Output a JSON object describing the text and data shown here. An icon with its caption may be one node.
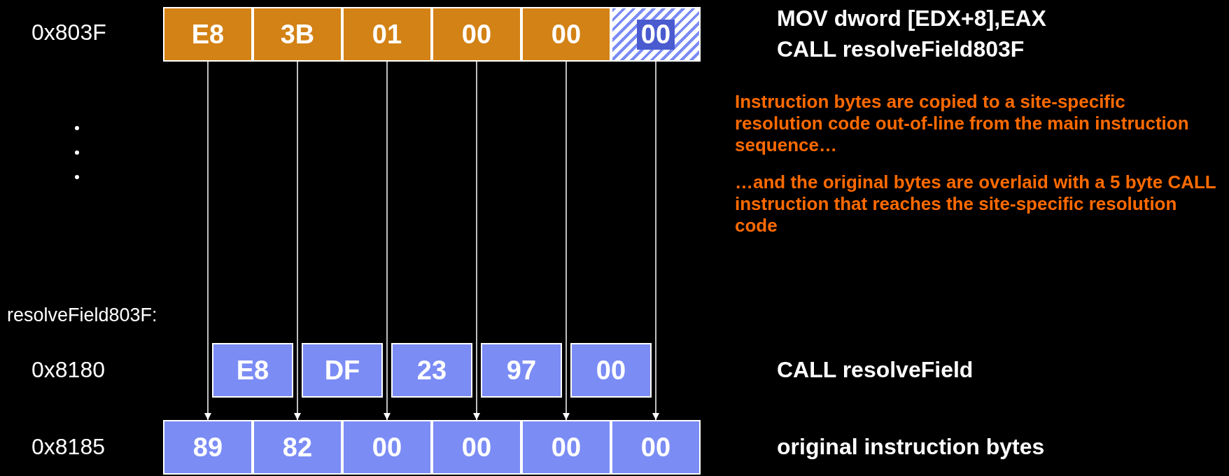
{
  "diagram": {
    "nodes": [
      {
        "text": [
          "E8"
        ]
      },
      {
        "text": [
          "3B"
        ]
      },
      {
        "text": [
          "01"
        ]
      },
      {
        "text": [
          "00"
        ]
      },
      {
        "text": [
          "00"
        ]
      },
      {
        "text": [
          "00"
        ]
      },
      {
        "text": [
          "E8"
        ]
      },
      {
        "text": [
          "DF"
        ]
      },
      {
        "text": [
          "23"
        ]
      },
      {
        "text": [
          "97"
        ]
      },
      {
        "text": [
          "00"
        ]
      },
      {
        "text": [
          "89"
        ]
      },
      {
        "text": [
          "82"
        ]
      },
      {
        "text": [
          "00"
        ]
      },
      {
        "text": [
          "00"
        ]
      },
      {
        "text": [
          "00"
        ]
      },
      {
        "text": [
          "00"
        ]
      }
    ],
    "edges": [
      {
        "from": 0,
        "to": 11,
        "arrow": "to"
      },
      {
        "from": 1,
        "to": 12,
        "arrow": "to"
      },
      {
        "from": 2,
        "to": 13,
        "arrow": "to"
      },
      {
        "from": 3,
        "to": 14,
        "arrow": "to"
      },
      {
        "from": 4,
        "to": 15,
        "arrow": "to"
      },
      {
        "from": 5,
        "to": 16,
        "arrow": "to"
      }
    ],
    "labels": [
      "0x803F",
      "MOV dword [EDX+8],EAX",
      "CALL resolveField803F",
      "Instruction bytes are copied to a site-specific resolution code out-of-line from the main instruction sequence…",
      "…and the original bytes are overlaid with a 5 byte CALL instruction that reaches the site-specific resolution code",
      "resolveField803F:",
      "0x8180",
      "CALL resolveField",
      "0x8185",
      "original instruction bytes"
    ]
  }
}
